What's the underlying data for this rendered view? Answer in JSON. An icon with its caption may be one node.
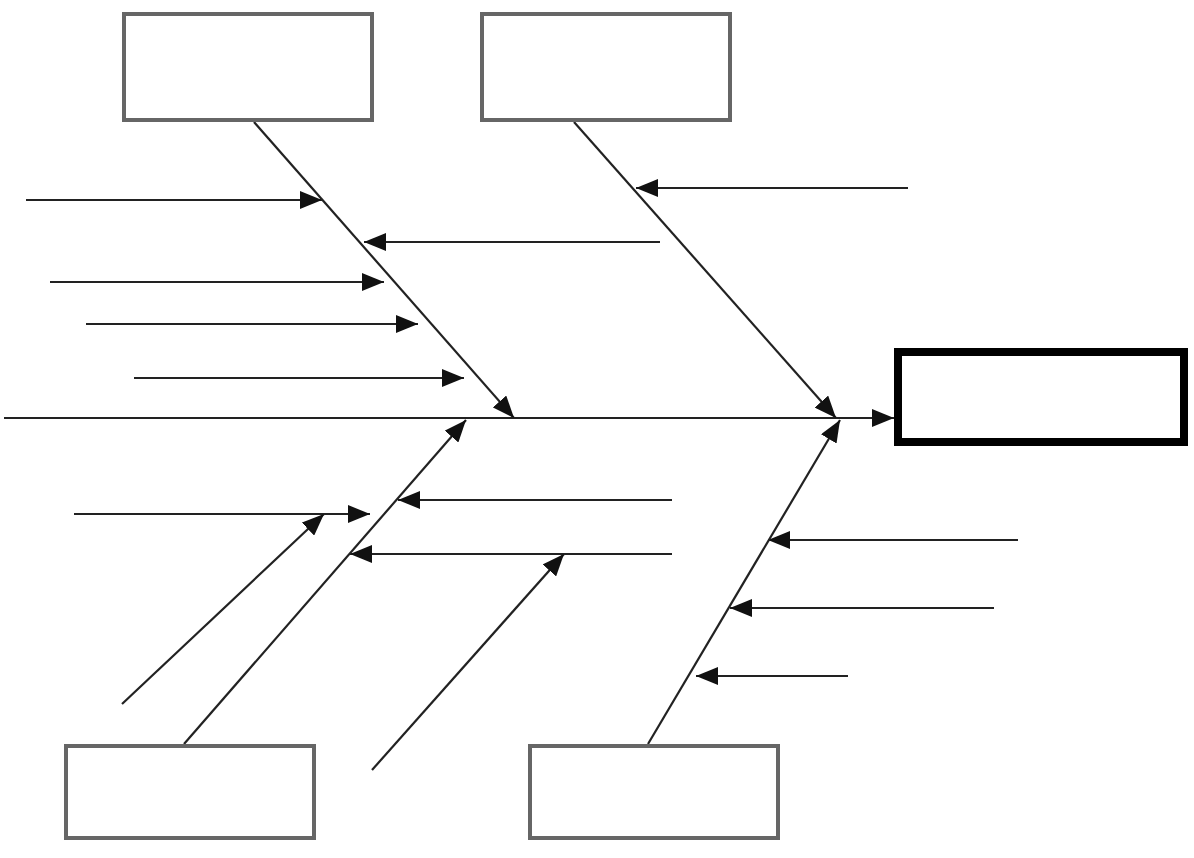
{
  "diagram": {
    "nodes": [
      {
        "text": [],
        "shape": "box"
      },
      {
        "text": [],
        "shape": "box"
      },
      {
        "text": [],
        "shape": "box"
      },
      {
        "text": [],
        "shape": "box"
      },
      {
        "text": [],
        "shape": "box"
      }
    ],
    "edges": [
      {
        "from": null,
        "to": 2,
        "arrow": "to"
      },
      {
        "from": 0,
        "to": null,
        "arrow": "to"
      },
      {
        "from": 1,
        "to": null,
        "arrow": "to"
      },
      {
        "from": 3,
        "to": null,
        "arrow": "to"
      },
      {
        "from": 4,
        "to": null,
        "arrow": "to"
      }
    ]
  }
}
